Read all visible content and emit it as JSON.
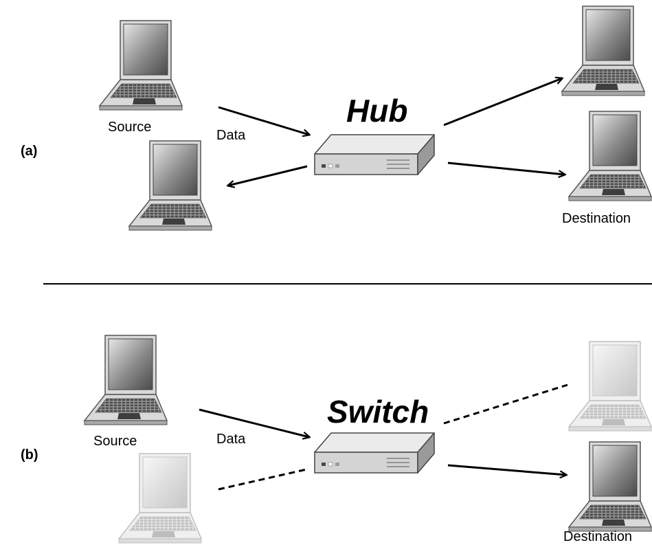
{
  "panels": {
    "a": {
      "label": "(a)",
      "device": "Hub",
      "source_label": "Source",
      "data_label": "Data",
      "destination_label": "Destination"
    },
    "b": {
      "label": "(b)",
      "device": "Switch",
      "source_label": "Source",
      "data_label": "Data",
      "destination_label": "Destination"
    }
  },
  "colors": {
    "ink": "#000000",
    "laptop_active": "#555555",
    "laptop_inactive": "#c0c0c0",
    "device_body": "#d4d4d4"
  }
}
